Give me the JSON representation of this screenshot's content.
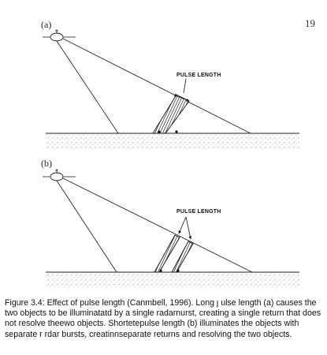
{
  "page_number": "19",
  "figure": {
    "panel_a": {
      "label": "(a)",
      "annotation": "PULSE LENGTH"
    },
    "panel_b": {
      "label": "(b)",
      "annotation": "PULSE LENGTH"
    }
  },
  "caption": "Figure 3.4: Effect of pulse length (Canmbell, 1996). Long ȷ ulse length (a) causes the two objects to be illuminatatd by a single radarnurst, creating a single return that does not resolve theewo objects. Shortetepulse length (b) illuminates the objects with separate r rdar bursts, creatinnseparate returns and resolving the two objects."
}
